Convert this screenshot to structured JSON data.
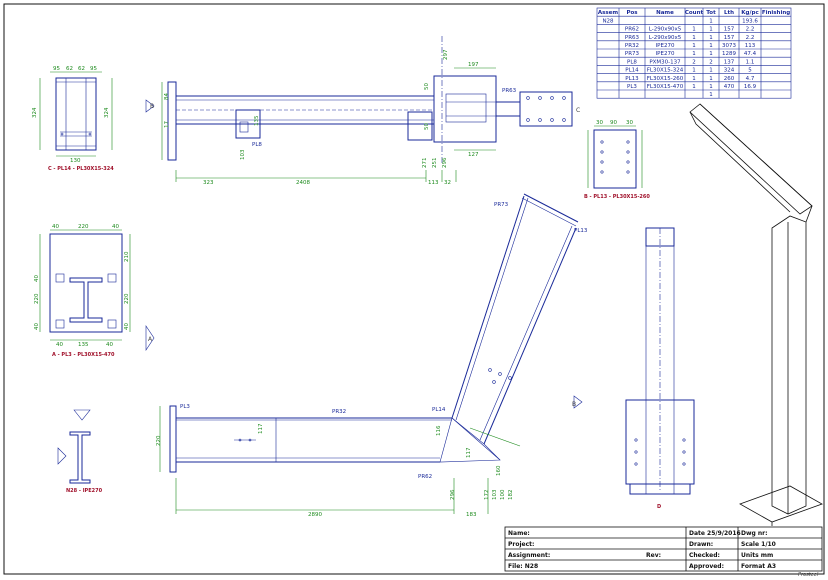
{
  "bom": {
    "headers": [
      "Assem",
      "Pos",
      "Name",
      "Count",
      "Tot",
      "Lth",
      "Kg/pc",
      "Finishing"
    ],
    "rows": [
      [
        "N28",
        "",
        "",
        "",
        "1",
        "",
        "193.6",
        ""
      ],
      [
        "",
        "PR62",
        "L-290x90x5",
        "1",
        "1",
        "157",
        "2.2",
        ""
      ],
      [
        "",
        "PR63",
        "L-290x90x5",
        "1",
        "1",
        "157",
        "2.2",
        ""
      ],
      [
        "",
        "PR32",
        "IPE270",
        "1",
        "1",
        "3073",
        "113",
        ""
      ],
      [
        "",
        "PR73",
        "IPE270",
        "1",
        "1",
        "1289",
        "47.4",
        ""
      ],
      [
        "",
        "PL8",
        "PXM30-137",
        "2",
        "2",
        "137",
        "1.1",
        ""
      ],
      [
        "",
        "PL14",
        "FL30X15-324",
        "1",
        "1",
        "324",
        "5",
        ""
      ],
      [
        "",
        "PL13",
        "FL30X15-260",
        "1",
        "1",
        "260",
        "4.7",
        ""
      ],
      [
        "",
        "PL3",
        "FL30X15-470",
        "1",
        "1",
        "470",
        "16.9",
        ""
      ],
      [
        "",
        "",
        "",
        "",
        "1",
        "",
        "",
        ""
      ]
    ]
  },
  "views": {
    "c": {
      "caption": "C - PL14 - PL30X15-324",
      "dims": [
        "95",
        "62",
        "62",
        "95",
        "324",
        "324",
        "130"
      ]
    },
    "b": {
      "caption": "B - PL13 - PL30X15-260",
      "dims": [
        "30",
        "90",
        "30"
      ]
    },
    "a": {
      "caption": "A - PL3 - PL30X15-470",
      "dims": [
        "40",
        "220",
        "40",
        "210",
        "220",
        "220",
        "40",
        "40",
        "40",
        "40",
        "135",
        "40"
      ]
    },
    "n28": {
      "caption": "N28 - IPE270"
    },
    "d": {
      "caption": "D"
    }
  },
  "top_view": {
    "dims": [
      "323",
      "2408",
      "113",
      "32",
      "197",
      "127",
      "297",
      "271",
      "50",
      "50",
      "296",
      "251",
      "84",
      "17",
      "135",
      "103"
    ],
    "labels": [
      "PR63",
      "PL8"
    ],
    "markers": [
      "B",
      "C"
    ]
  },
  "front_view": {
    "dims": [
      "2890",
      "183",
      "220",
      "117",
      "116",
      "117",
      "160",
      "296",
      "172",
      "103",
      "100",
      "182"
    ],
    "labels": [
      "PR32",
      "PL14",
      "PR62",
      "PL3",
      "PR73",
      "PL13"
    ],
    "markers": [
      "A",
      "B"
    ]
  },
  "title_block": {
    "name_label": "Name:",
    "project_label": "Project:",
    "assignment_label": "Assignment:",
    "rev_label": "Rev:",
    "file_label": "File: N28",
    "date_label": "Date 25/9/2016",
    "drawn_label": "Drawn:",
    "checked_label": "Checked:",
    "approved_label": "Approved:",
    "dwg_label": "Dwg nr:",
    "scale_label": "Scale 1/10",
    "units_label": "Units mm",
    "format_label": "Format A3"
  },
  "brand": "Prosteel"
}
